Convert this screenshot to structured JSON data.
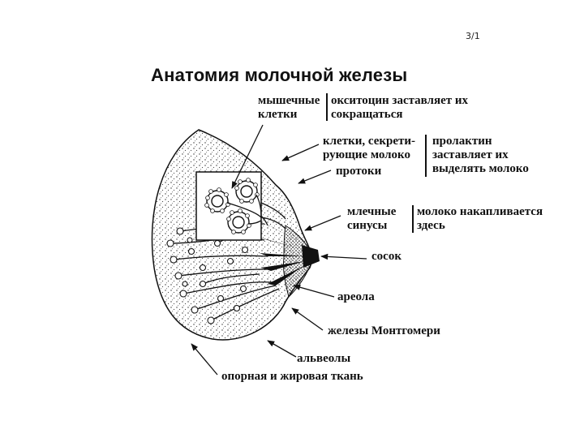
{
  "page_number": "3/1",
  "title": "Анатомия молочной железы",
  "labels": {
    "muscle_cells": [
      "мышечные",
      "клетки"
    ],
    "muscle_note": [
      "окситоцин заставляет их",
      "сокращаться"
    ],
    "secreting_cells": [
      "клетки, секрети-",
      "рующие молоко"
    ],
    "ducts": "протоки",
    "prolactin_note": [
      "пролактин",
      "заставляет их",
      "выделять молоко"
    ],
    "sinuses": [
      "млечные",
      "синусы"
    ],
    "sinus_note": [
      "молоко накапливается",
      "здесь"
    ],
    "nipple": "сосок",
    "areola": "ареола",
    "montgomery": "железы Монтгомери",
    "alveoli": "альвеолы",
    "support_tissue": "опорная и жировая ткань"
  }
}
